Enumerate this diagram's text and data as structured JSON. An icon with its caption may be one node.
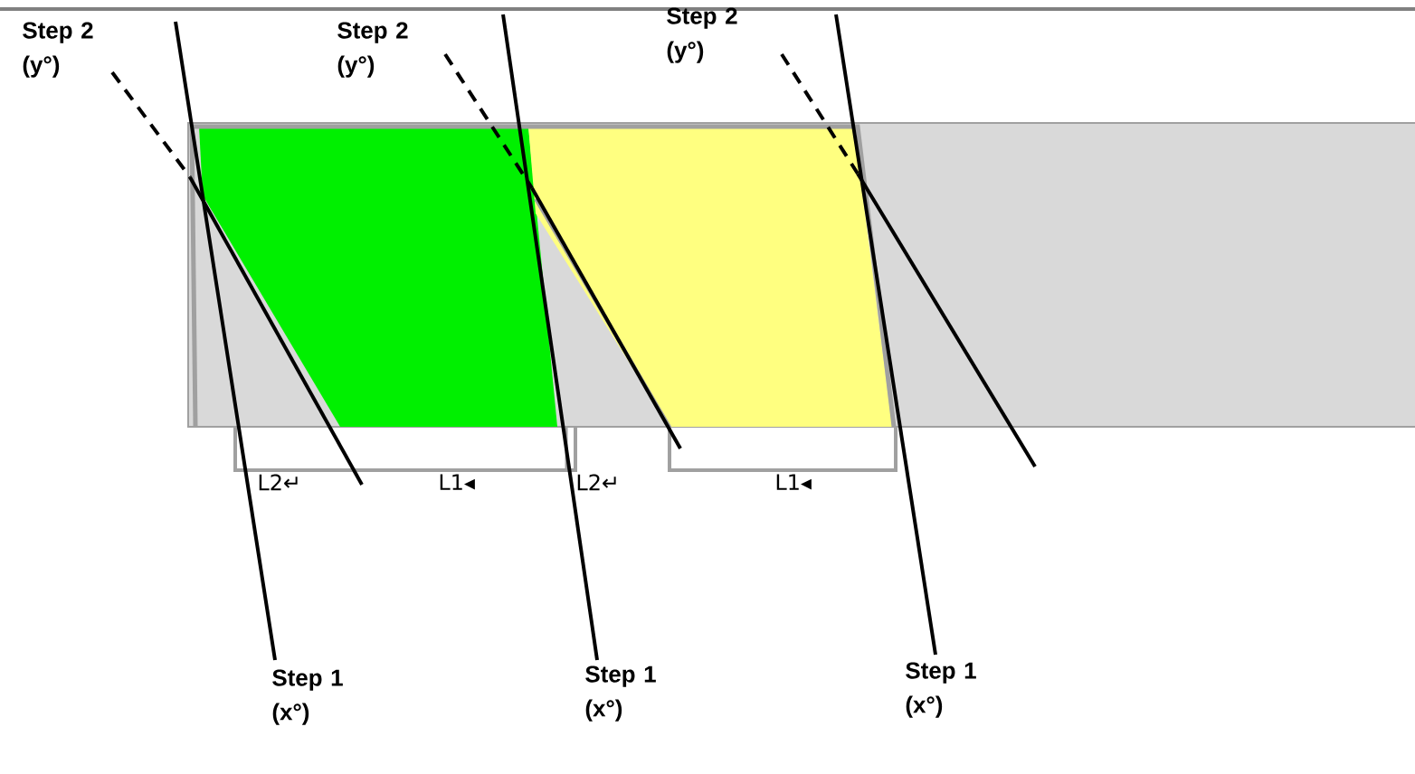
{
  "diagram": {
    "labels": [
      "Step 2 (y°)",
      "Step 2 (y°)",
      "Step 2 (y°)",
      "L2↵",
      "L1◂",
      "L2↵",
      "L1◂",
      "Step 1 (x°)",
      "Step 1 (x°)",
      "Step 1 (x°)"
    ]
  }
}
